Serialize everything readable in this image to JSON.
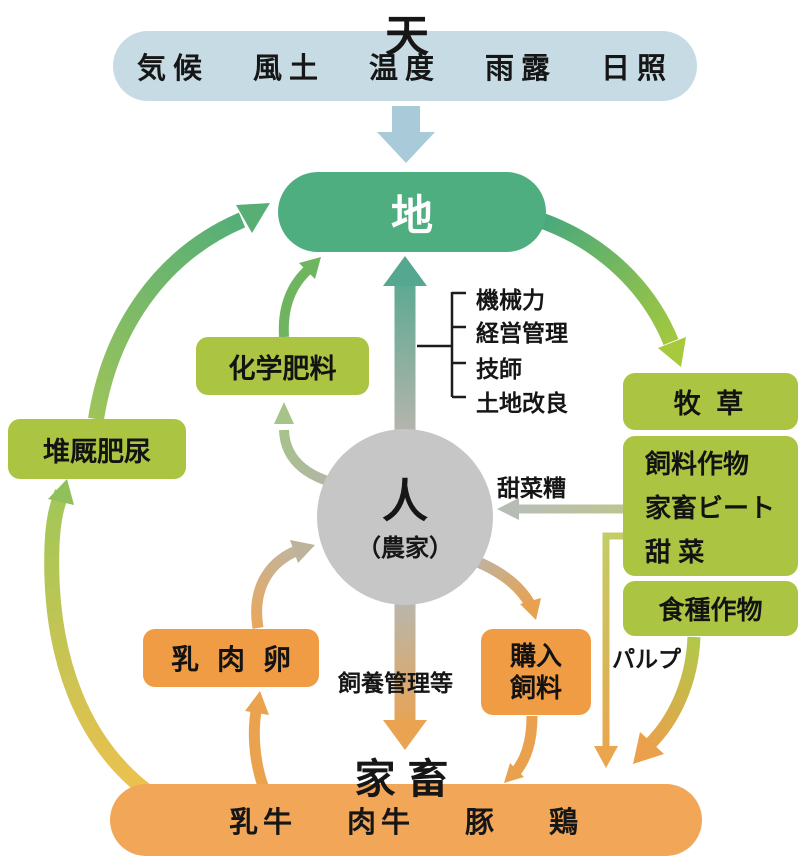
{
  "sky": {
    "title": "天",
    "items": [
      "気候",
      "風土",
      "温度",
      "雨露",
      "日照"
    ]
  },
  "earth": {
    "label": "地"
  },
  "person": {
    "label": "人",
    "sublabel": "（農家）"
  },
  "land_inputs": {
    "items": [
      "機械力",
      "経営管理",
      "技師",
      "土地改良"
    ]
  },
  "boxes": {
    "chemical_fertilizer": "化学肥料",
    "compost_manure": "堆厩肥尿",
    "pasture": "牧 草",
    "feed_crops": [
      "飼料作物",
      "家畜ビート",
      "甜 菜"
    ],
    "food_crops": "食種作物",
    "milk_meat_eggs": [
      "乳",
      "肉",
      "卵"
    ],
    "purchased_feed": [
      "購入",
      "飼料"
    ]
  },
  "flow_labels": {
    "beet_residue": "甜菜糟",
    "pulp": "パルプ",
    "feeding_management": "飼養管理等"
  },
  "livestock": {
    "title": "家畜",
    "items": [
      "乳牛",
      "肉牛",
      "豚",
      "鶏"
    ]
  },
  "colors": {
    "sky_box": "#c6dbe4",
    "sky_arrow": "#a9cad8",
    "earth_box": "#4fae80",
    "green_box": "#abc441",
    "orange_box": "#f09c45",
    "livestock_pill": "#f1a658",
    "person_circle": "#c6c6c6",
    "arrow_green": "#6fb55f",
    "arrow_teal": "#55a88f",
    "arrow_gray": "#b5b5ad",
    "arrow_yellow_green": "#a7c93c",
    "arrow_orange": "#e9a34f",
    "text": "#161616"
  }
}
